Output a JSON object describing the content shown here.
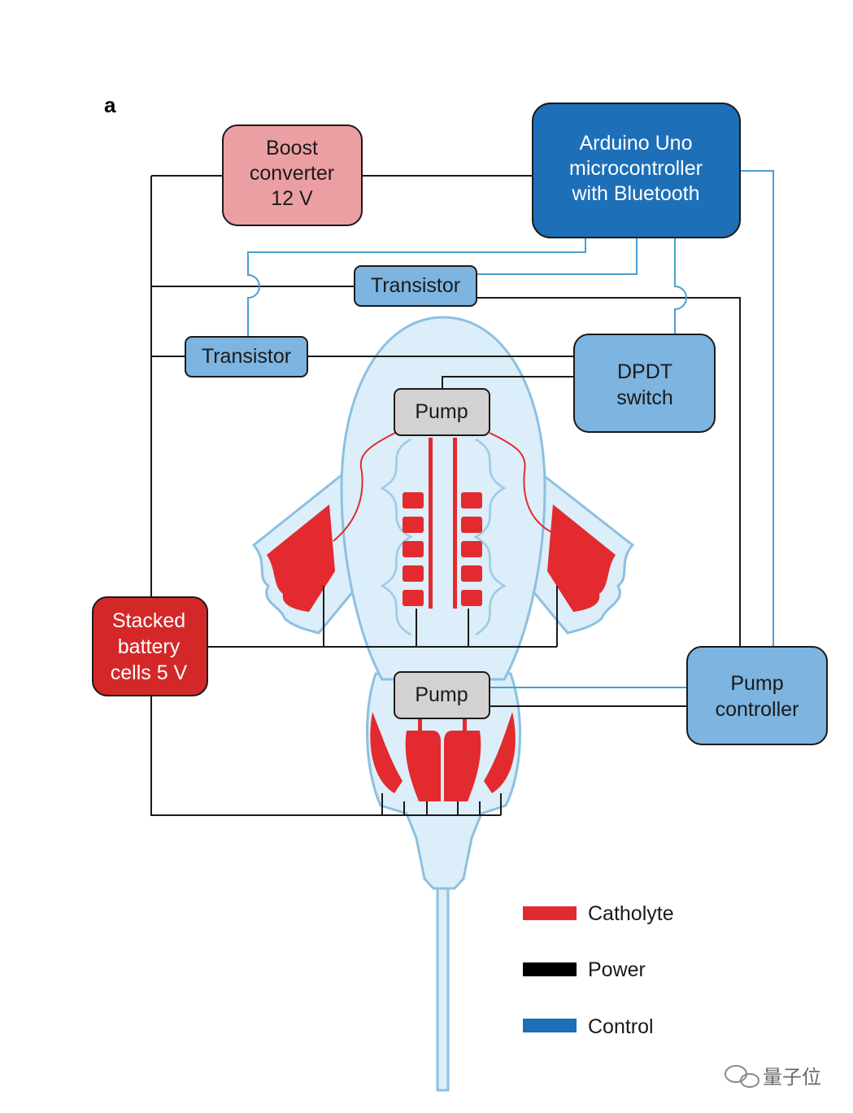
{
  "panel_label": "a",
  "components": {
    "boost_converter": {
      "lines": [
        "Boost",
        "converter",
        "12 V"
      ],
      "fill": "#ec9fa2"
    },
    "arduino": {
      "lines": [
        "Arduino Uno",
        "microcontroller",
        "with Bluetooth"
      ],
      "fill": "#1d6fb8"
    },
    "transistor_upper": {
      "lines": [
        "Transistor"
      ],
      "fill": "#7db4e0"
    },
    "transistor_lower": {
      "lines": [
        "Transistor"
      ],
      "fill": "#7db4e0"
    },
    "dpdt_switch": {
      "lines": [
        "DPDT",
        "switch"
      ],
      "fill": "#7db4e0"
    },
    "pump_upper": {
      "lines": [
        "Pump"
      ],
      "fill": "#d3d1d1"
    },
    "pump_lower": {
      "lines": [
        "Pump"
      ],
      "fill": "#d3d1d1"
    },
    "battery": {
      "lines": [
        "Stacked",
        "battery",
        "cells 5 V"
      ],
      "fill": "#d42828"
    },
    "pump_controller": {
      "lines": [
        "Pump",
        "controller"
      ],
      "fill": "#7db4e0"
    }
  },
  "legend": [
    {
      "label": "Catholyte",
      "color": "#e32a2f"
    },
    {
      "label": "Power",
      "color": "#000000"
    },
    {
      "label": "Control",
      "color": "#1d6fb8"
    }
  ],
  "watermark": "量子位",
  "colors": {
    "power_line": "#1a1a1a",
    "control_line": "#4a9fd0",
    "body_fill": "#dbeef9",
    "body_stroke": "#8cc0e0",
    "catholyte": "#e32a2f"
  }
}
